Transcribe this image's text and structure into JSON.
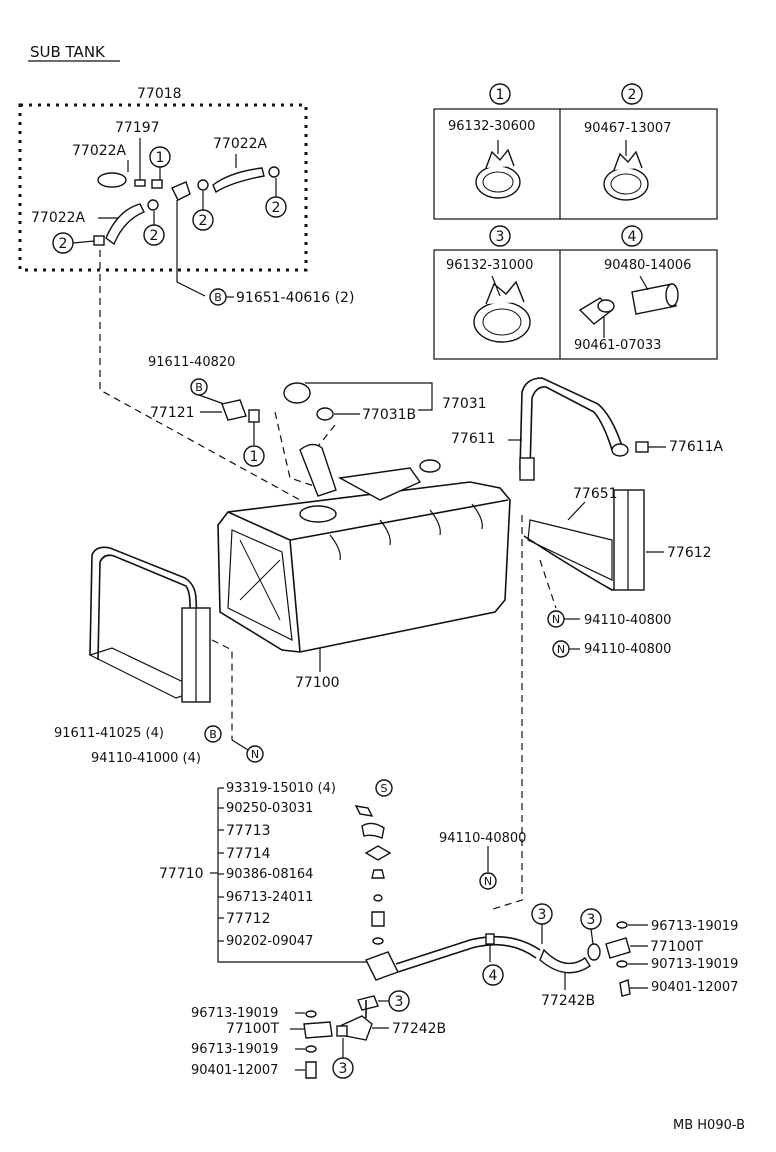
{
  "header": {
    "title": "SUB TANK"
  },
  "footer": {
    "code": "MB H090-B"
  },
  "group_labels": {
    "hose_kit": "77018",
    "tank": "77100",
    "gauge_assy": "77710",
    "filler_cap": "77031",
    "band_left": "77611",
    "band_right": "77612"
  },
  "parts": {
    "p77197": "77197",
    "p77022A_1": "77022A",
    "p77022A_2": "77022A",
    "p77022A_3": "77022A",
    "p91651": "91651-40616 (2)",
    "p91611_40820": "91611-40820",
    "p77121": "77121",
    "p77031B": "77031B",
    "p77611A": "77611A",
    "p77651": "77651",
    "p94110_a": "94110-40800",
    "p94110_b": "94110-40800",
    "p91611_41025": "91611-41025 (4)",
    "p94110_41000": "94110-41000 (4)",
    "p93319": "93319-15010 (4)",
    "p90250": "90250-03031",
    "p77713": "77713",
    "p77714": "77714",
    "p90386": "90386-08164",
    "p96713_24011": "96713-24011",
    "p77712": "77712",
    "p90202": "90202-09047",
    "p94110_c": "94110-40800",
    "p96713_r1": "96713-19019",
    "p77100T_r": "77100T",
    "p90713_r": "90713-19019",
    "p90401_r": "90401-12007",
    "p77242B_r": "77242B",
    "p96713_l1": "96713-19019",
    "p77100T_l": "77100T",
    "p96713_l2": "96713-19019",
    "p90401_l": "90401-12007",
    "p77242B_l": "77242B"
  },
  "clamp_table": [
    {
      "num": "1",
      "part": "96132-30600"
    },
    {
      "num": "2",
      "part": "90467-13007"
    },
    {
      "num": "3",
      "part": "96132-31000"
    },
    {
      "num": "4",
      "part": "90480-14006",
      "part2": "90461-07033"
    }
  ],
  "callouts": {
    "one": "1",
    "two": "2",
    "three": "3",
    "four": "4",
    "B": "B",
    "N": "N",
    "S": "S"
  }
}
